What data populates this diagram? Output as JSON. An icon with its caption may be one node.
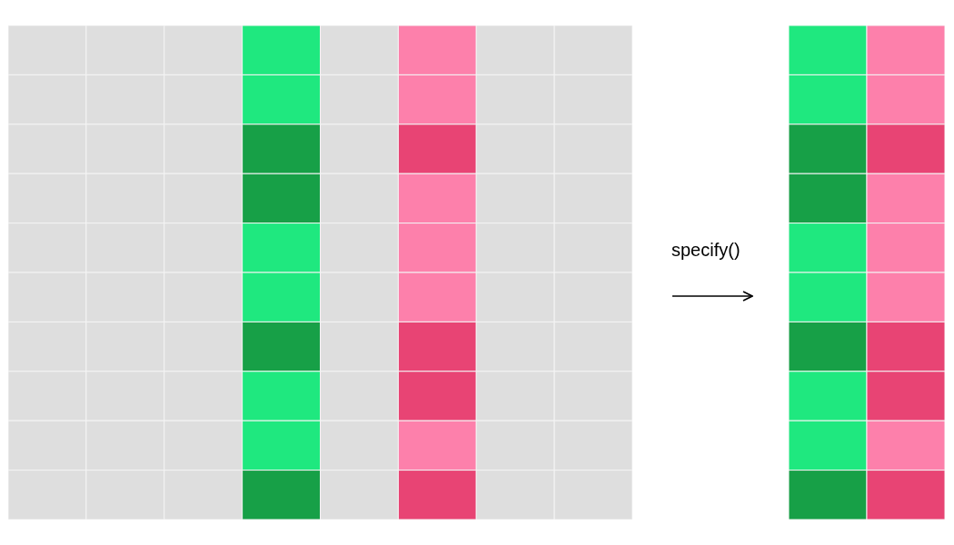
{
  "diagram": {
    "nodes": [
      {
        "text": [],
        "shape": "grid"
      },
      {
        "text": [],
        "shape": "grid"
      }
    ],
    "edges": [
      {
        "from": 0,
        "to": 1,
        "arrow": "to",
        "label": "specify()"
      }
    ]
  }
}
